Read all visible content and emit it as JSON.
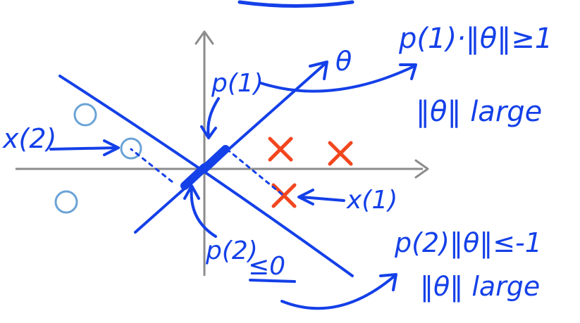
{
  "colors": {
    "axis": "#8c8c8c",
    "ink": "#1440e8",
    "cross": "#f2461e",
    "circle": "#6aa3d6"
  },
  "labels": {
    "theta": "θ",
    "p1": "p(1)",
    "p2": "p(2)",
    "x1": "x(1)",
    "x2": "x(2)",
    "p2_leq0": "≤0",
    "cond_top": "p(1)·‖θ‖≥1",
    "large_top": "‖θ‖ large",
    "cond_bottom": "p(2)‖θ‖≤-1",
    "large_bottom": "‖θ‖ large"
  }
}
